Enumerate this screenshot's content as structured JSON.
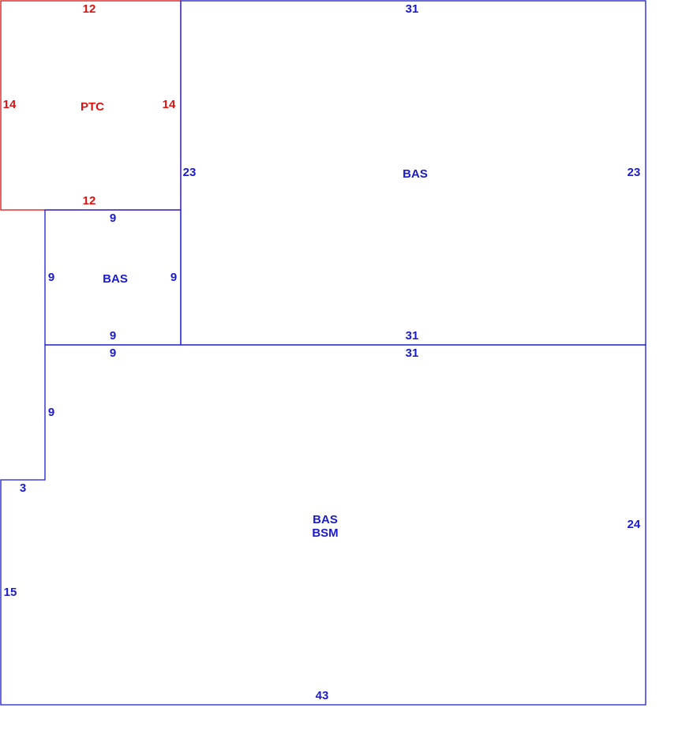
{
  "colors": {
    "blue": "#1a1ad0",
    "red": "#dd1111",
    "background": "#ffffff"
  },
  "areas": {
    "ptc": {
      "label": "PTC",
      "dims": {
        "top": "12",
        "bottom": "12",
        "left": "14",
        "right": "14"
      }
    },
    "bas_upper_right": {
      "label": "BAS",
      "dims": {
        "top": "31",
        "bottom": "31",
        "left": "23",
        "right": "23"
      }
    },
    "bas_small": {
      "label": "BAS",
      "dims": {
        "top": "9",
        "bottom": "9",
        "left": "9",
        "right": "9"
      }
    },
    "bas_bsm_lower": {
      "label_line1": "BAS",
      "label_line2": "BSM",
      "dims": {
        "top_left": "9",
        "top_right": "31",
        "notch_vertical": "9",
        "notch_horizontal": "3",
        "left": "15",
        "right": "24",
        "bottom": "43"
      }
    }
  }
}
